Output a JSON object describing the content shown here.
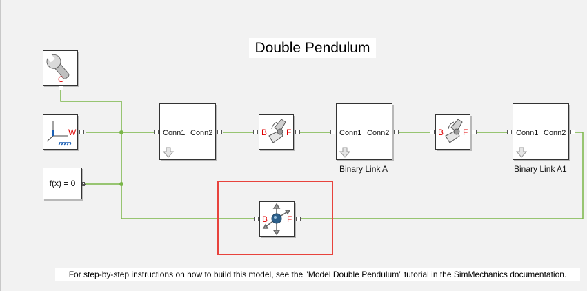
{
  "title": "Double Pendulum",
  "note": "For step-by-step instructions on how to build this model, see the \"Model Double Pendulum\" tutorial in the SimMechanics documentation.",
  "wire_color": "#7ab648",
  "highlight_color": "#e8433d",
  "solver_block": {
    "port": "C",
    "icon": "wrench-icon"
  },
  "world_frame_block": {
    "port": "W",
    "icon": "world-frame-axes-icon"
  },
  "constraint_block": {
    "label": "f(x) = 0"
  },
  "joints": [
    {
      "base": "B",
      "follower": "F",
      "icon": "revolute-joint-icon"
    },
    {
      "base": "B",
      "follower": "F",
      "icon": "revolute-joint-icon"
    }
  ],
  "links": [
    {
      "conn1": "Conn1",
      "conn2": "Conn2",
      "caption": ""
    },
    {
      "conn1": "Conn1",
      "conn2": "Conn2",
      "caption": "Binary Link A"
    },
    {
      "conn1": "Conn1",
      "conn2": "Conn2",
      "caption": "Binary Link A1"
    }
  ],
  "six_dof_joint": {
    "base": "B",
    "follower": "F",
    "icon": "six-dof-joint-icon"
  }
}
